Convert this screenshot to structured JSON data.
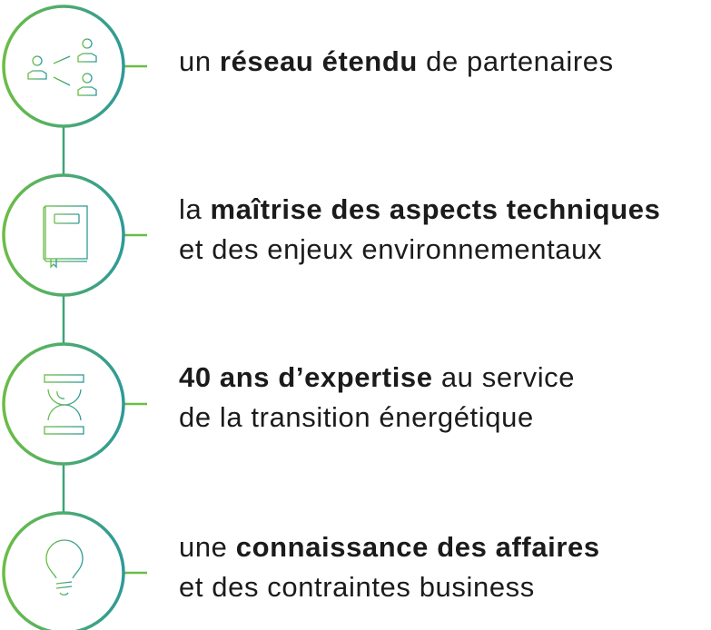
{
  "colors": {
    "gradient_start": "#6cbd45",
    "gradient_end": "#2e9a98",
    "text": "#1b1b1b"
  },
  "items": [
    {
      "icon": "network-people-icon",
      "lines": [
        {
          "pre": "un ",
          "bold": "réseau étendu",
          "post": " de partenaires"
        }
      ]
    },
    {
      "icon": "book-icon",
      "lines": [
        {
          "pre": "la ",
          "bold": "maîtrise des aspects techniques",
          "post": ""
        },
        {
          "pre": "et des enjeux environnementaux",
          "bold": "",
          "post": ""
        }
      ]
    },
    {
      "icon": "hourglass-icon",
      "lines": [
        {
          "pre": "",
          "bold": "40 ans d’expertise",
          "post": " au service"
        },
        {
          "pre": "de la transition énergétique",
          "bold": "",
          "post": ""
        }
      ]
    },
    {
      "icon": "lightbulb-icon",
      "lines": [
        {
          "pre": "une ",
          "bold": "connaissance des affaires",
          "post": ""
        },
        {
          "pre": "et des contraintes business",
          "bold": "",
          "post": ""
        }
      ]
    }
  ]
}
